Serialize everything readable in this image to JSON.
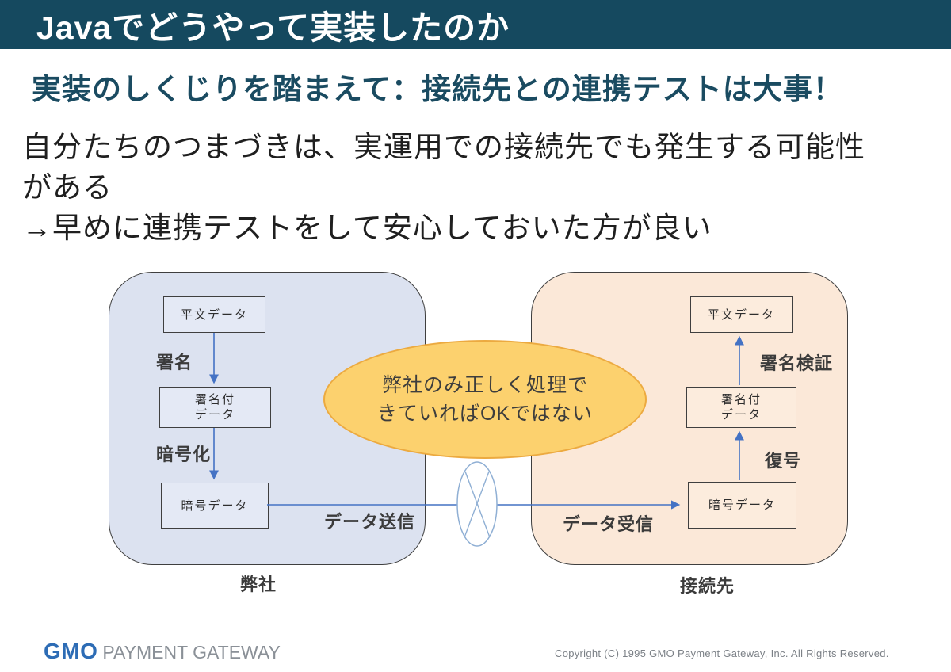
{
  "header": {
    "title": "Javaでどうやって実装したのか"
  },
  "subtitle_text": "実装のしくじりを踏まえて：接続先との連携テストは大事！",
  "body": {
    "lines": [
      "自分たちのつまづきは、実運用での接続先でも発生する可能性",
      "がある",
      "→早めに連携テストをして安心しておいた方が良い"
    ]
  },
  "diagram": {
    "our_company": {
      "name": "弊社",
      "plain_box": "平文データ",
      "signed_box_line1": "署名付",
      "signed_box_line2": "データ",
      "encrypted_box": "暗号データ",
      "sign_label": "署名",
      "encrypt_label": "暗号化",
      "send_label": "データ送信"
    },
    "partner": {
      "name": "接続先",
      "plain_box": "平文データ",
      "signed_box_line1": "署名付",
      "signed_box_line2": "データ",
      "encrypted_box": "暗号データ",
      "verify_label": "署名検証",
      "decrypt_label": "復号",
      "receive_label": "データ受信"
    },
    "callout": {
      "line1": "弊社のみ正しく処理で",
      "line2": "きていればOKではない"
    }
  },
  "footer": {
    "logo_primary": "GMO",
    "logo_secondary": "PAYMENT GATEWAY",
    "copyright": "Copyright (C) 1995 GMO Payment Gateway, Inc. All Rights Reserved."
  },
  "colors": {
    "header_bg": "#15495F",
    "subtitle_text": "#1A4B61",
    "arrow_blue": "#4472C4",
    "crossed_circle_stroke": "#8FAFD4",
    "our_company_fill": "#DCE2F0",
    "partner_fill": "#FBE8D8",
    "callout_fill": "#FCD16E",
    "callout_border": "#ECAA40",
    "logo_blue": "#2D6CB5",
    "logo_gray": "#8A9097"
  }
}
